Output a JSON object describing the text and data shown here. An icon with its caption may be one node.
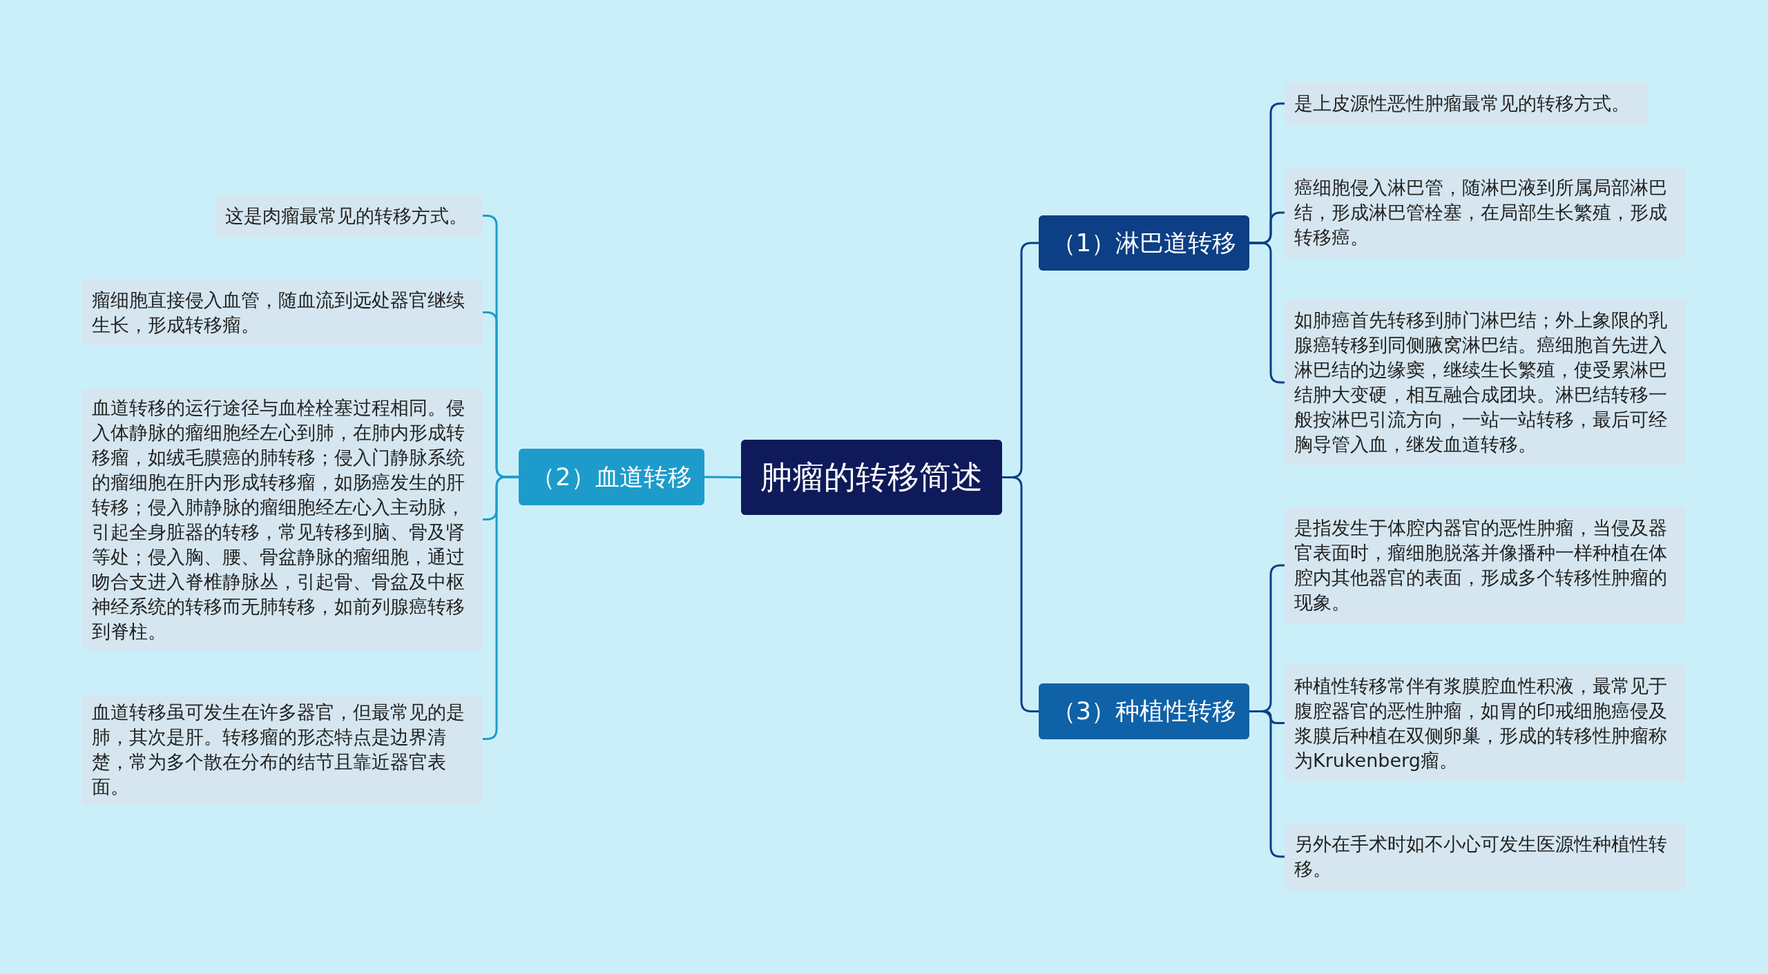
{
  "diagram": {
    "nodes": [
      {
        "text": [
          "肿瘤的转移简述"
        ]
      },
      {
        "text": [
          "（1）淋巴道转移"
        ]
      },
      {
        "text": [
          "（2）血道转移"
        ]
      },
      {
        "text": [
          "（3）种植性转移"
        ]
      },
      {
        "text": [
          "是上皮源性恶性肿瘤最常见的转移方式。"
        ]
      },
      {
        "text": [
          "癌细胞侵入淋巴管，随淋巴液到所属局部淋巴结，形成淋巴管栓塞，在局部生长繁殖，形成转移癌。"
        ]
      },
      {
        "text": [
          "如肺癌首先转移到肺门淋巴结；外上象限的乳腺癌转移到同侧腋窝淋巴结。癌细胞首先进入淋巴结的边缘窦，继续生长繁殖，使受累淋巴结肿大变硬，相互融合成团块。淋巴结转移一般按淋巴引流方向，一站一站转移，最后可经胸导管入血，继发血道转移。"
        ]
      },
      {
        "text": [
          "这是肉瘤最常见的转移方式。"
        ]
      },
      {
        "text": [
          "瘤细胞直接侵入血管，随血流到远处器官继续生长，形成转移瘤。"
        ]
      },
      {
        "text": [
          "血道转移的运行途径与血栓栓塞过程相同。侵入体静脉的瘤细胞经左心到肺，在肺内形成转移瘤，如绒毛膜癌的肺转移；侵入门静脉系统的瘤细胞在肝内形成转移瘤，如肠癌发生的肝转移；侵入肺静脉的瘤细胞经左心入主动脉，引起全身脏器的转移，常见转移到脑、骨及肾等处；侵入胸、腰、骨盆静脉的瘤细胞，通过吻合支进入脊椎静脉丛，引起骨、骨盆及中枢神经系统的转移而无肺转移，如前列腺癌转移到脊柱。"
        ]
      },
      {
        "text": [
          "血道转移虽可发生在许多器官，但最常见的是肺，其次是肝。转移瘤的形态特点是边界清楚，常为多个散在分布的结节且靠近器官表面。"
        ]
      },
      {
        "text": [
          "是指发生于体腔内器官的恶性肿瘤，当侵及器官表面时，瘤细胞脱落并像播种一样种植在体腔内其他器官的表面，形成多个转移性肿瘤的现象。"
        ]
      },
      {
        "text": [
          "种植性转移常伴有浆膜腔血性积液，最常见于腹腔器官的恶性肿瘤，如胃的印戒细胞癌侵及浆膜后种植在双侧卵巢，形成的转移性肿瘤称为Krukenberg瘤。"
        ]
      },
      {
        "text": [
          "另外在手术时如不小心可发生医源性种植性转移。"
        ]
      }
    ],
    "edges": [
      {
        "from": 0,
        "to": 1,
        "arrow": "none"
      },
      {
        "from": 0,
        "to": 2,
        "arrow": "none",
        "color": "#1d9ccc"
      },
      {
        "from": 0,
        "to": 3,
        "arrow": "none"
      },
      {
        "from": 1,
        "to": 4,
        "arrow": "none"
      },
      {
        "from": 1,
        "to": 5,
        "arrow": "none"
      },
      {
        "from": 1,
        "to": 6,
        "arrow": "none"
      },
      {
        "from": 2,
        "to": 7,
        "arrow": "none",
        "color": "#1d9ccc"
      },
      {
        "from": 2,
        "to": 8,
        "arrow": "none",
        "color": "#1d9ccc"
      },
      {
        "from": 2,
        "to": 9,
        "arrow": "none",
        "color": "#1d9ccc"
      },
      {
        "from": 2,
        "to": 10,
        "arrow": "none",
        "color": "#1d9ccc"
      },
      {
        "from": 3,
        "to": 11,
        "arrow": "none"
      },
      {
        "from": 3,
        "to": 12,
        "arrow": "none"
      },
      {
        "from": 3,
        "to": 13,
        "arrow": "none"
      }
    ]
  }
}
